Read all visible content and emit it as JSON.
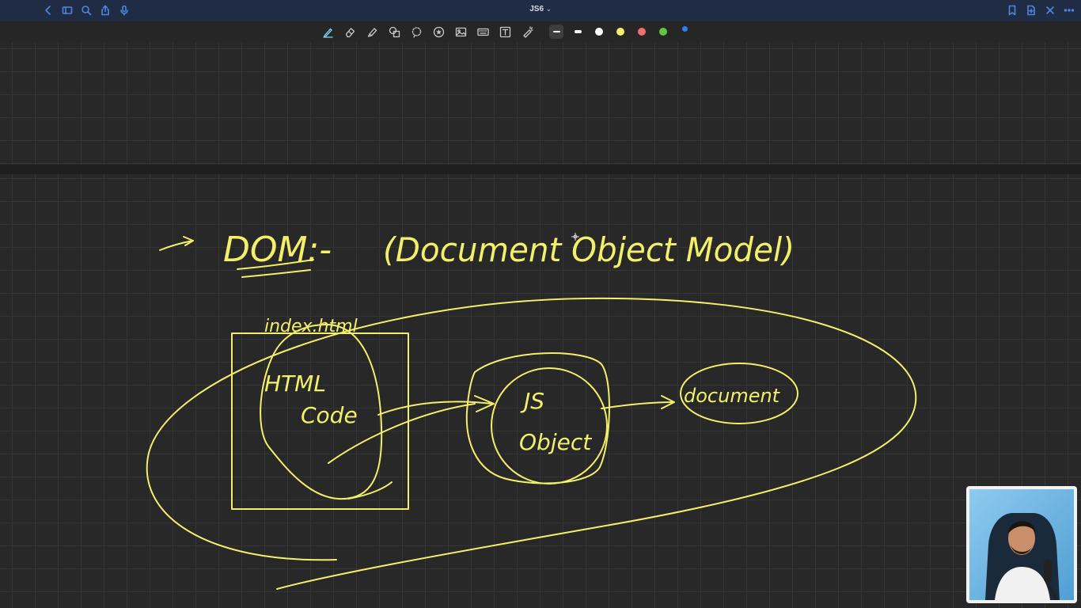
{
  "window": {
    "title": "JS6"
  },
  "titlebar": {
    "left_icons": [
      "back-icon",
      "sidebar-icon",
      "search-icon",
      "share-icon",
      "microphone-icon"
    ],
    "right_icons": [
      "bookmark-icon",
      "add-page-icon",
      "close-icon",
      "more-icon"
    ]
  },
  "toolbar": {
    "tools": [
      "pen-icon",
      "eraser-icon",
      "highlighter-icon",
      "shapes-icon",
      "lasso-icon",
      "sticker-icon",
      "image-icon",
      "keyboard-icon",
      "text-icon",
      "laser-pointer-icon"
    ],
    "selected_tool": "pen-icon",
    "stroke_widths": [
      "thin",
      "thick"
    ],
    "colors": [
      "#ffffff",
      "#f2f06a",
      "#f36e6e",
      "#63c643",
      "#2f7ff0"
    ],
    "selected_color": "#f2f06a"
  },
  "notes": {
    "heading": "DOM:-",
    "expansion": "(Document Object Model)",
    "file_label": "index.html",
    "html_code": [
      "HTML",
      "Code"
    ],
    "js_object": [
      "JS",
      "Object"
    ],
    "document_label": "document"
  }
}
